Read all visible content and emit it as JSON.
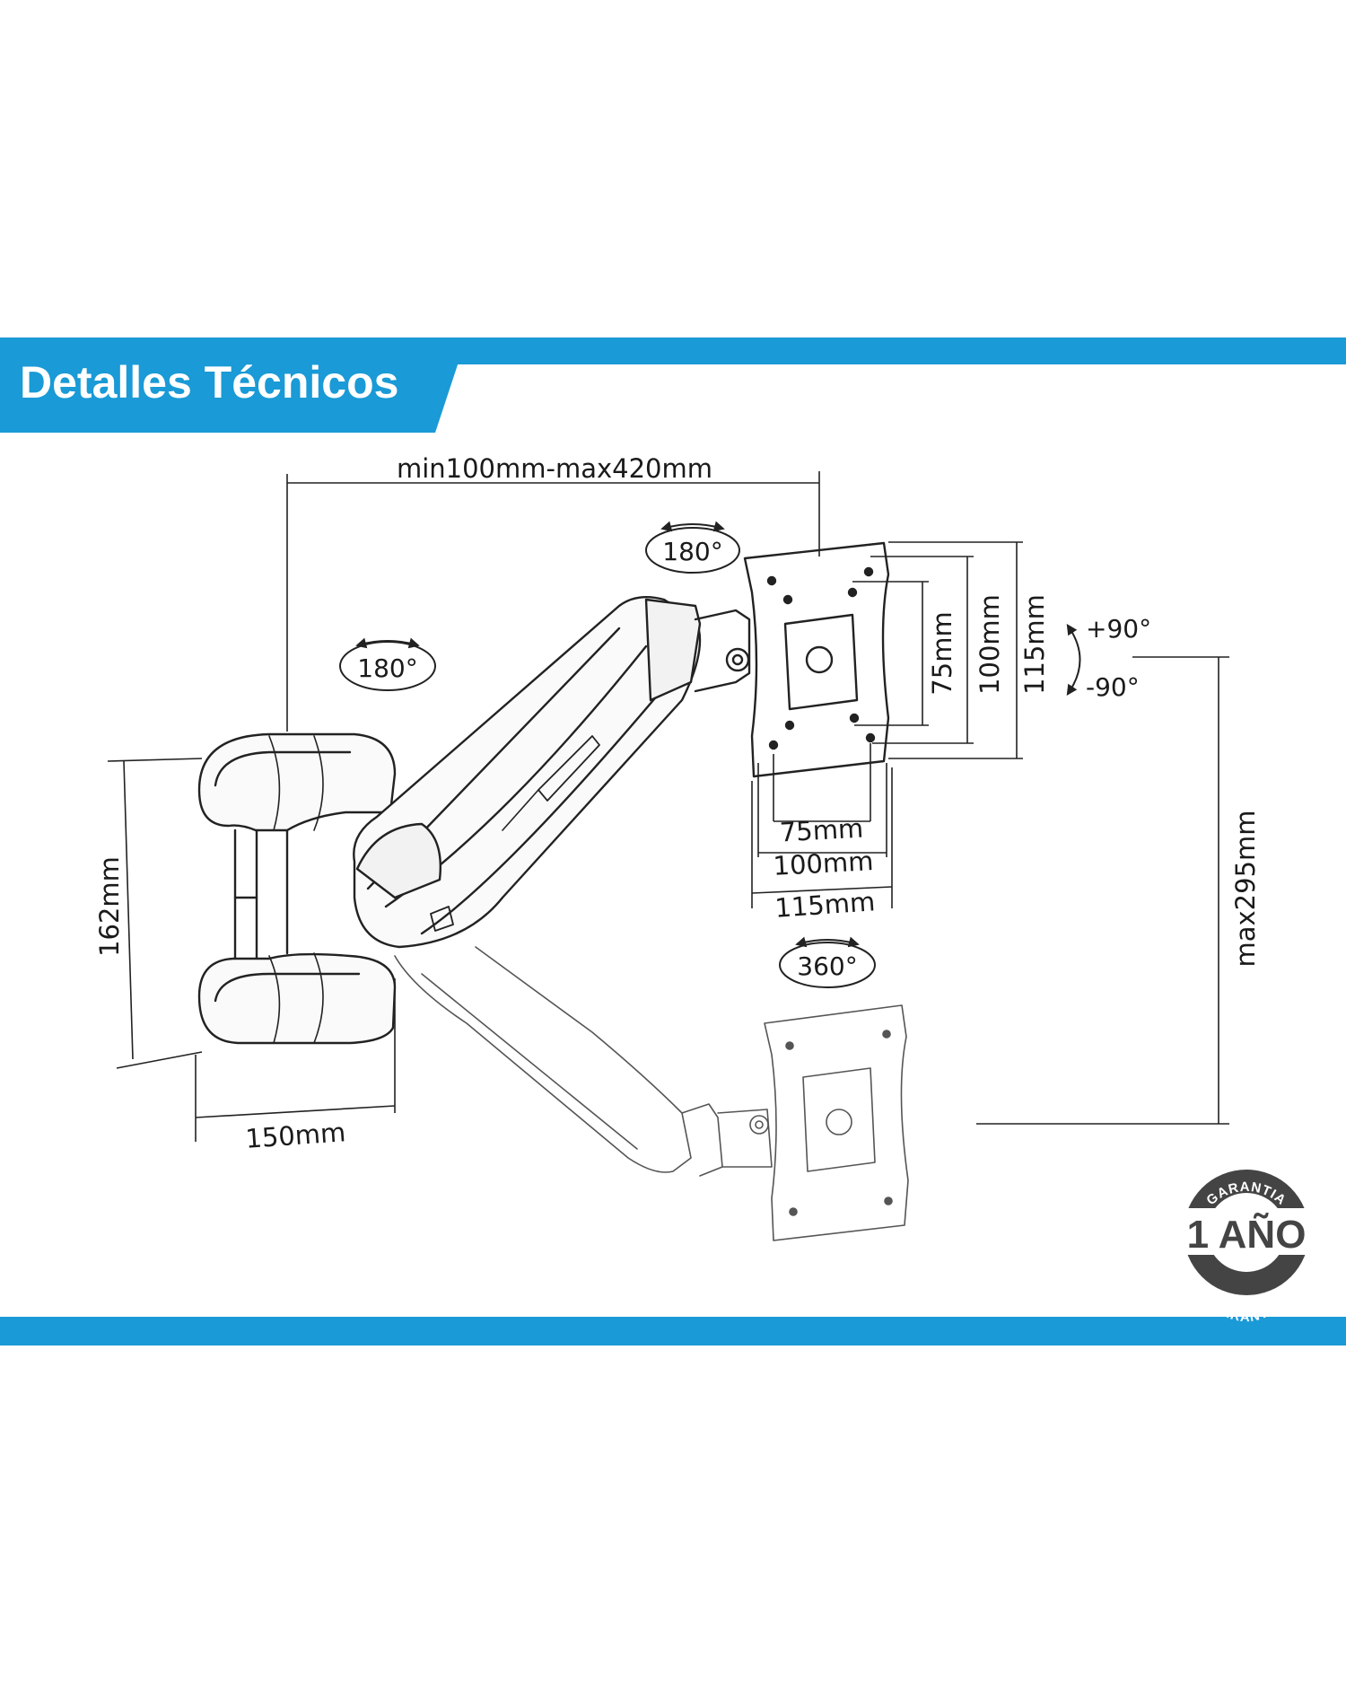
{
  "header": {
    "title": "Detalles Técnicos",
    "bar_color": "#1a9ad6",
    "title_color": "#ffffff"
  },
  "dimensions": {
    "arm_extension": "min100mm-max420mm",
    "wall_plate_height": "162mm",
    "wall_plate_width": "150mm",
    "height_adjust": "max295mm",
    "vesa_h_75": "75mm",
    "vesa_h_100": "100mm",
    "vesa_h_115": "115mm",
    "vesa_v_75": "75mm",
    "vesa_v_100": "100mm",
    "vesa_v_115": "115mm"
  },
  "rotations": {
    "arm_swivel": "180°",
    "head_swivel": "180°",
    "rotation": "360°",
    "tilt_up": "+90°",
    "tilt_down": "-90°"
  },
  "badge": {
    "top_text": "GARANTIA",
    "center_text": "1 AÑO",
    "bottom_text": "GARANTIA",
    "color": "#444444"
  },
  "footer": {
    "bar_color": "#1a9ad6"
  }
}
